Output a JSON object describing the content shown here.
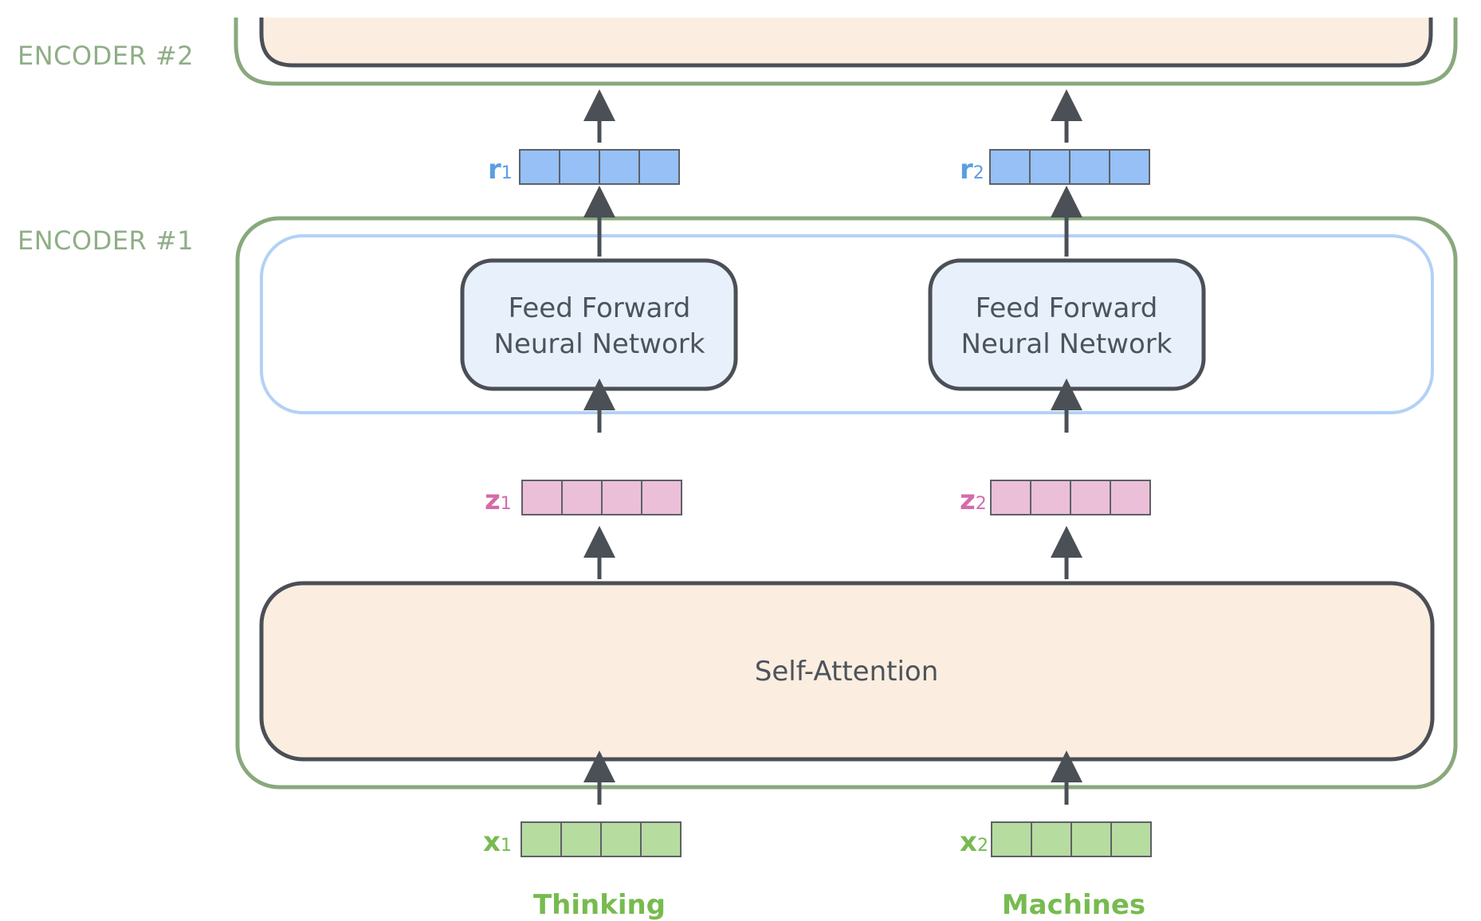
{
  "encoders": [
    {
      "label": "ENCODER #2"
    },
    {
      "label": "ENCODER #1"
    }
  ],
  "self_attention": {
    "label": "Self-Attention"
  },
  "ffnn": [
    {
      "line1": "Feed Forward",
      "line2": "Neural Network"
    },
    {
      "line1": "Feed Forward",
      "line2": "Neural Network"
    }
  ],
  "columns": [
    {
      "r": {
        "symbol": "r",
        "sub": "1"
      },
      "z": {
        "symbol": "z",
        "sub": "1"
      },
      "x": {
        "symbol": "x",
        "sub": "1"
      },
      "word": "Thinking"
    },
    {
      "r": {
        "symbol": "r",
        "sub": "2"
      },
      "z": {
        "symbol": "z",
        "sub": "2"
      },
      "x": {
        "symbol": "x",
        "sub": "2"
      },
      "word": "Machines"
    }
  ],
  "colors": {
    "encoder_border": "#88a97c",
    "attention_fill": "#fbeee0",
    "dark_border": "#4b4f56",
    "ffnn_fill": "#e8f0fb",
    "ffnn_group_border": "#b3d1f5",
    "r_vec": "#96c0f6",
    "r_text": "#5a9ee3",
    "z_vec": "#ebbfd8",
    "z_text": "#d56ba8",
    "x_vec": "#b7dca0",
    "x_text": "#77bb4f",
    "arrow": "#4b4f56"
  }
}
